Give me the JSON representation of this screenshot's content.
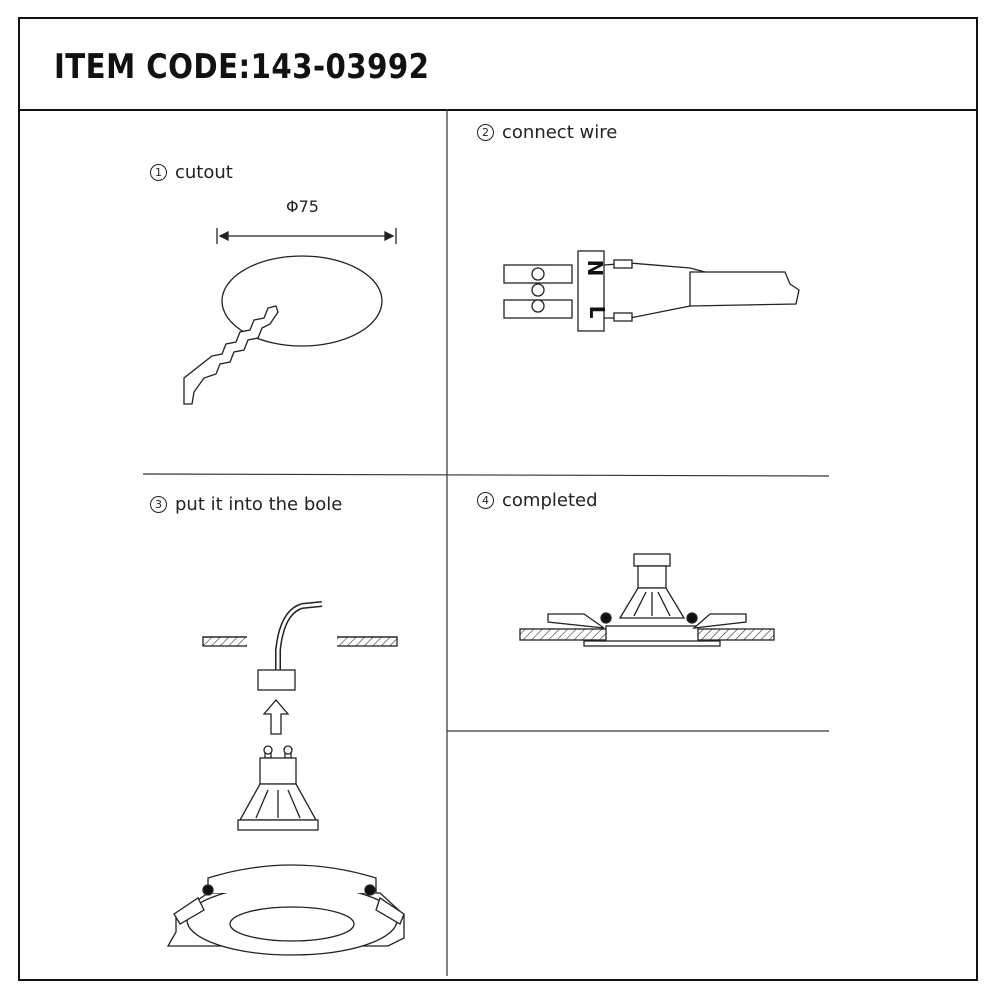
{
  "header": {
    "title": "ITEM CODE:143-03992"
  },
  "steps": [
    {
      "number": "1",
      "label": "cutout"
    },
    {
      "number": "2",
      "label": "connect wire"
    },
    {
      "number": "3",
      "label": "put it into the bole"
    },
    {
      "number": "4",
      "label": "completed"
    }
  ],
  "cutout": {
    "dimension": "Φ75"
  },
  "connector": {
    "terminal_n": "N",
    "terminal_l": "L"
  }
}
